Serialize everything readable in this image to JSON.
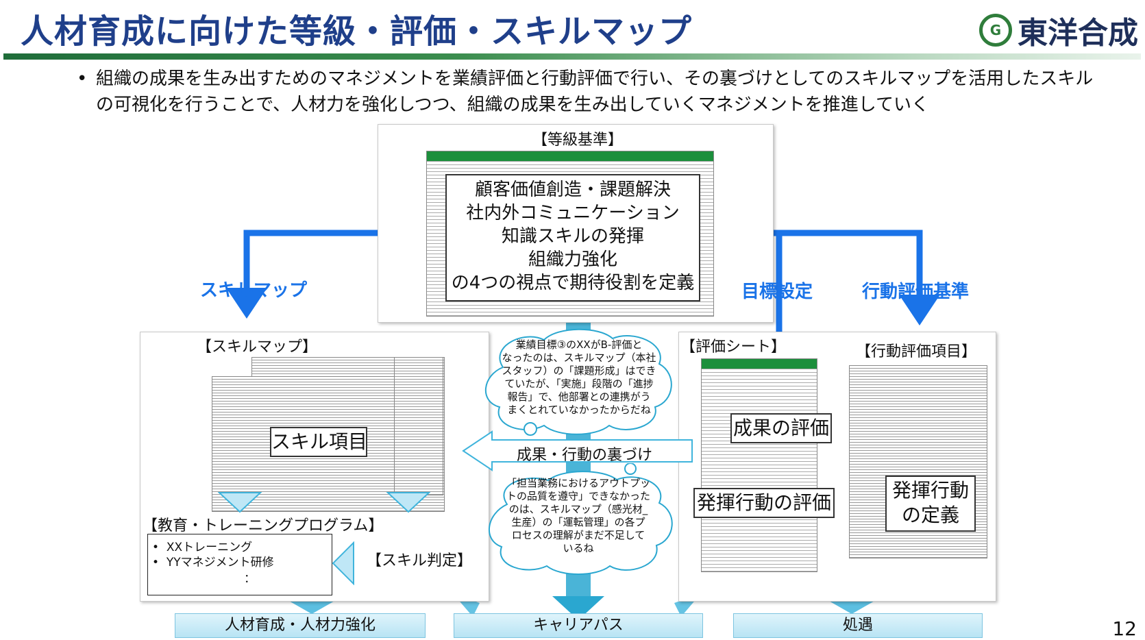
{
  "slide": {
    "title": "人材育成に向けた等級・評価・スキルマップ",
    "logo_text": "東洋合成",
    "bullet": "組織の成果を生み出すためのマネジメントを業績評価と行動評価で行い、その裏づけとしてのスキルマップを活用したスキルの可視化を行うことで、人材力を強化しつつ、組織の成果を生み出していくマネジメントを推進していく",
    "page_number": "12",
    "colors": {
      "title": "#1f3f8a",
      "accent_blue": "#1a73e8",
      "green_band": "#1f6d3a"
    }
  },
  "grade": {
    "header": "【等級基準】",
    "callout_lines": [
      "顧客価値創造・課題解決",
      "社内外コミュニケーション",
      "知識スキルの発揮",
      "組織力強化",
      "の4つの視点で期待役割を定義"
    ]
  },
  "arrows": {
    "skillmap": "スキルマップ",
    "goal": "目標設定",
    "behavior_std": "行動評価基準",
    "backing": "成果・行動の裏づけ"
  },
  "skillmap_panel": {
    "header": "【スキルマップ】",
    "item_label": "スキル項目",
    "training_header": "【教育・トレーニングプログラム】",
    "training_items": [
      "XXトレーニング",
      "YYマネジメント研修",
      "："
    ],
    "judge_label": "【スキル判定】"
  },
  "eval_panel": {
    "sheet_header": "【評価シート】",
    "behavior_header": "【行動評価項目】",
    "result_eval": "成果の評価",
    "behavior_eval": "発揮行動の評価",
    "behavior_def_1": "発揮行動",
    "behavior_def_2": "の定義"
  },
  "clouds": {
    "top": [
      "業績目標③のXXがB-評価と",
      "なったのは、スキルマップ（本社",
      "スタッフ）の「課題形成」はでき",
      "ていたが、「実施」段階の「進捗",
      "報告」で、他部署との連携がう",
      "まくとれていなかったからだね"
    ],
    "bottom": [
      "「担当業務におけるアウトプッ",
      "トの品質を遵守」できなかった",
      "のは、スキルマップ（感光材_",
      "生産）の「運転管理」の各プ",
      "ロセスの理解がまだ不足して",
      "いるね"
    ]
  },
  "footer": {
    "left": "人材育成・人材力強化",
    "center": "キャリアパス",
    "right": "処遇"
  },
  "icons": [
    "logo-mark-icon",
    "down-arrow-icon",
    "left-arrow-icon",
    "thought-cloud-icon"
  ]
}
